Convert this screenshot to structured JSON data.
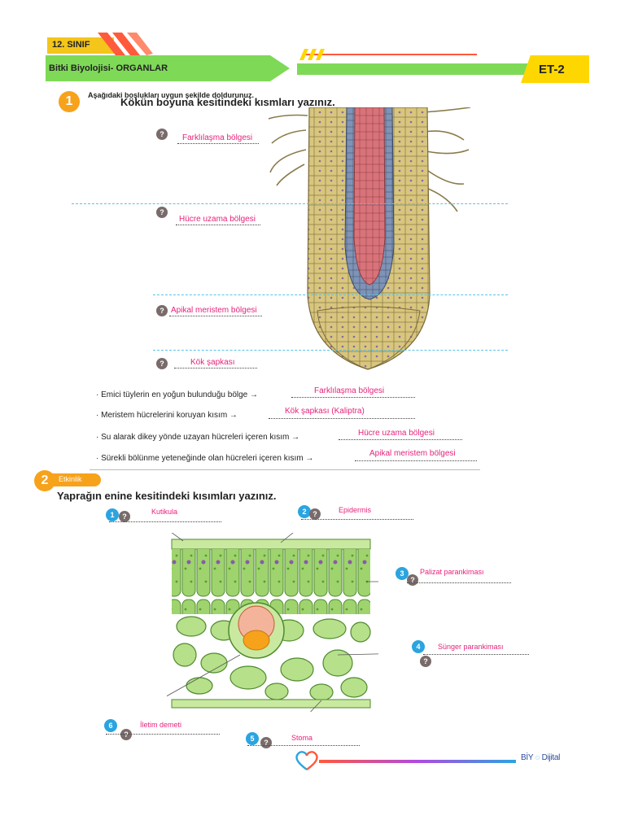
{
  "header": {
    "grade": "12. SINIF",
    "title": "Bitki Biyolojisi- ORGANLAR",
    "code": "ET-2"
  },
  "section1": {
    "number": "1",
    "instruction": "Aşağıdaki boşlukları uygun şekilde doldurunuz.",
    "title": "Kökün boyuna kesitindeki kısmları yazınız.",
    "labels": [
      "Farklılaşma bölgesi",
      "Hücre uzama bölgesi",
      "Apikal meristem bölgesi",
      "Kök şapkası"
    ],
    "questions": [
      {
        "text": "Emici tüylerin en yoğun bulunduğu bölge →",
        "answer": "Farklılaşma bölgesi"
      },
      {
        "text": "Meristem hücrelerini koruyan kısım →",
        "answer": "Kök şapkası (Kaliptra)"
      },
      {
        "text": "Su alarak dikey yönde uzayan hücreleri içeren kısım →",
        "answer": "Hücre uzama bölgesi"
      },
      {
        "text": "Sürekli bölünme yeteneğinde olan hücreleri içeren kısım →",
        "answer": "Apikal meristem bölgesi"
      }
    ]
  },
  "section2": {
    "number": "2",
    "tag": "Etkinlik",
    "title": "Yaprağın enine  kesitindeki kısımları yazınız.",
    "labels": [
      {
        "num": "1",
        "text": "Kutikula"
      },
      {
        "num": "2",
        "text": "Epidermis"
      },
      {
        "num": "3",
        "text": "Palizat parankiması"
      },
      {
        "num": "4",
        "text": "Sünger parankiması"
      },
      {
        "num": "5",
        "text": "Stoma"
      },
      {
        "num": "6",
        "text": "İletim demeti"
      }
    ]
  },
  "footer": {
    "brand": "BİY",
    "brand2": "Dijital"
  },
  "colors": {
    "accent": "#7ed957",
    "orange": "#f7a21b",
    "pink": "#e6237b",
    "blue": "#2ba4e0"
  }
}
